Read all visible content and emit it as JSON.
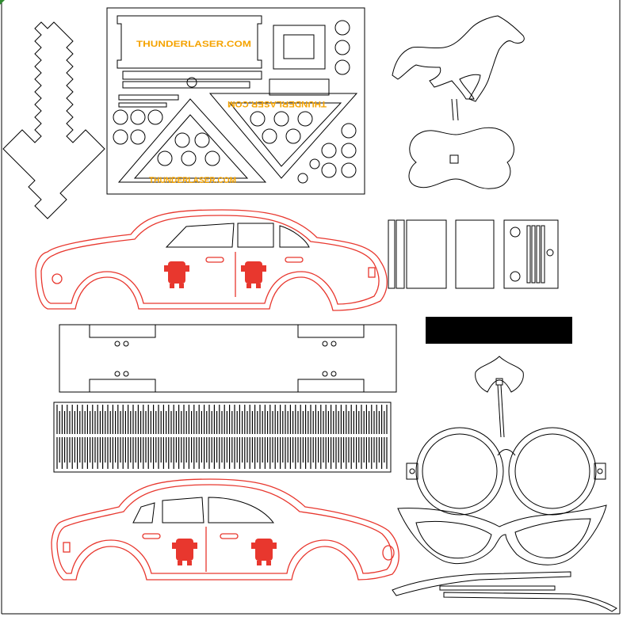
{
  "colors": {
    "cut_line": "#000000",
    "engrave_red": "#e8372e",
    "brand_orange": "#f5a300",
    "background": "#ffffff"
  },
  "brand": {
    "label_top": "THUNDERLASER.COM",
    "label_middle": "THUNDERLASER.COM",
    "label_bottom": "THUNDERLASER.COM"
  },
  "icons": [
    "pixel-sword-icon",
    "horse-silhouette-icon",
    "car-body-icon",
    "robot-emblem-icon",
    "double-axe-icon",
    "round-glasses-icon",
    "cat-eye-glasses-icon"
  ]
}
